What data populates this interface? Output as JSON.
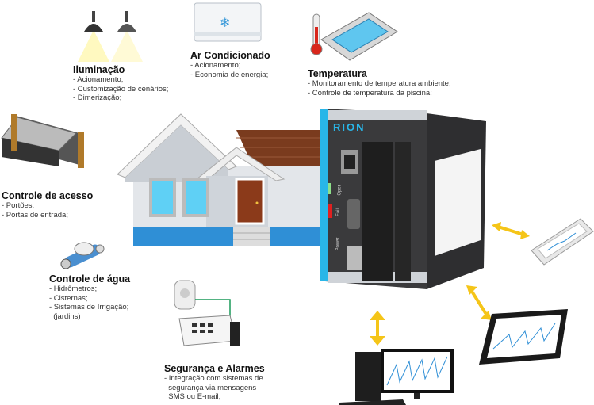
{
  "features": {
    "lighting": {
      "title": "Iluminação",
      "items": [
        "- Acionamento;",
        "- Customização de cenários;",
        "- Dimerização;"
      ]
    },
    "ac": {
      "title": "Ar Condicionado",
      "items": [
        "- Acionamento;",
        "- Economia de energia;"
      ]
    },
    "temperature": {
      "title": "Temperatura",
      "items": [
        "- Monitoramento de temperatura ambiente;",
        "- Controle de temperatura da piscina;"
      ]
    },
    "access": {
      "title": "Controle de acesso",
      "items": [
        "- Portões;",
        "- Portas de entrada;"
      ]
    },
    "water": {
      "title": "Controle de água",
      "items": [
        "- Hidrômetros;",
        "- Cisternas;",
        "- Sistemas de Irrigação;",
        "  (jardins)"
      ]
    },
    "security": {
      "title": "Segurança e Alarmes",
      "items": [
        "- Integração com sistemas de",
        "  segurança via mensagens",
        "  SMS ou E-mail;"
      ]
    }
  },
  "device": {
    "logo": "RION",
    "labels": [
      "Oper",
      "Fail",
      "Power"
    ]
  },
  "colors": {
    "accent": "#29b6e8",
    "arrow": "#f5c518",
    "house_blue": "#2f8fd6",
    "roof": "#7a3b1e"
  }
}
